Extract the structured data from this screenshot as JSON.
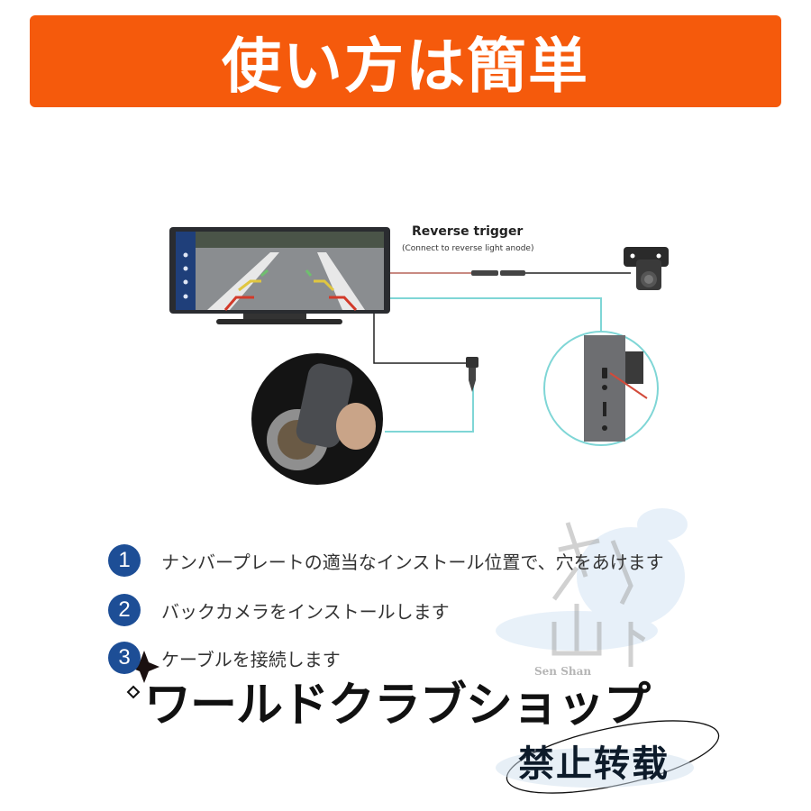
{
  "banner": {
    "title": "使い方は簡単",
    "color": "#f55a0c"
  },
  "diagram": {
    "reverse_trigger_title": "Reverse trigger",
    "reverse_trigger_subtitle": "(Connect to reverse light anode)",
    "components": [
      "monitor-display",
      "rear-camera",
      "cigarette-lighter-adapter",
      "side-port-closeup"
    ],
    "wire_colors": {
      "trigger": "#c98a82",
      "power": "#222222",
      "video": "#7fd6d6"
    }
  },
  "steps": [
    {
      "number": "1",
      "text": "ナンバープレートの適当なインストール位置で、穴をあけます"
    },
    {
      "number": "2",
      "text": "バックカメラをインストールします"
    },
    {
      "number": "3",
      "text": "ケーブルを接続します"
    }
  ],
  "watermark": {
    "shop_name": "ワールドクラブショップ",
    "brand_romaji": "Sen Shan",
    "no_repost": "禁止转载"
  }
}
